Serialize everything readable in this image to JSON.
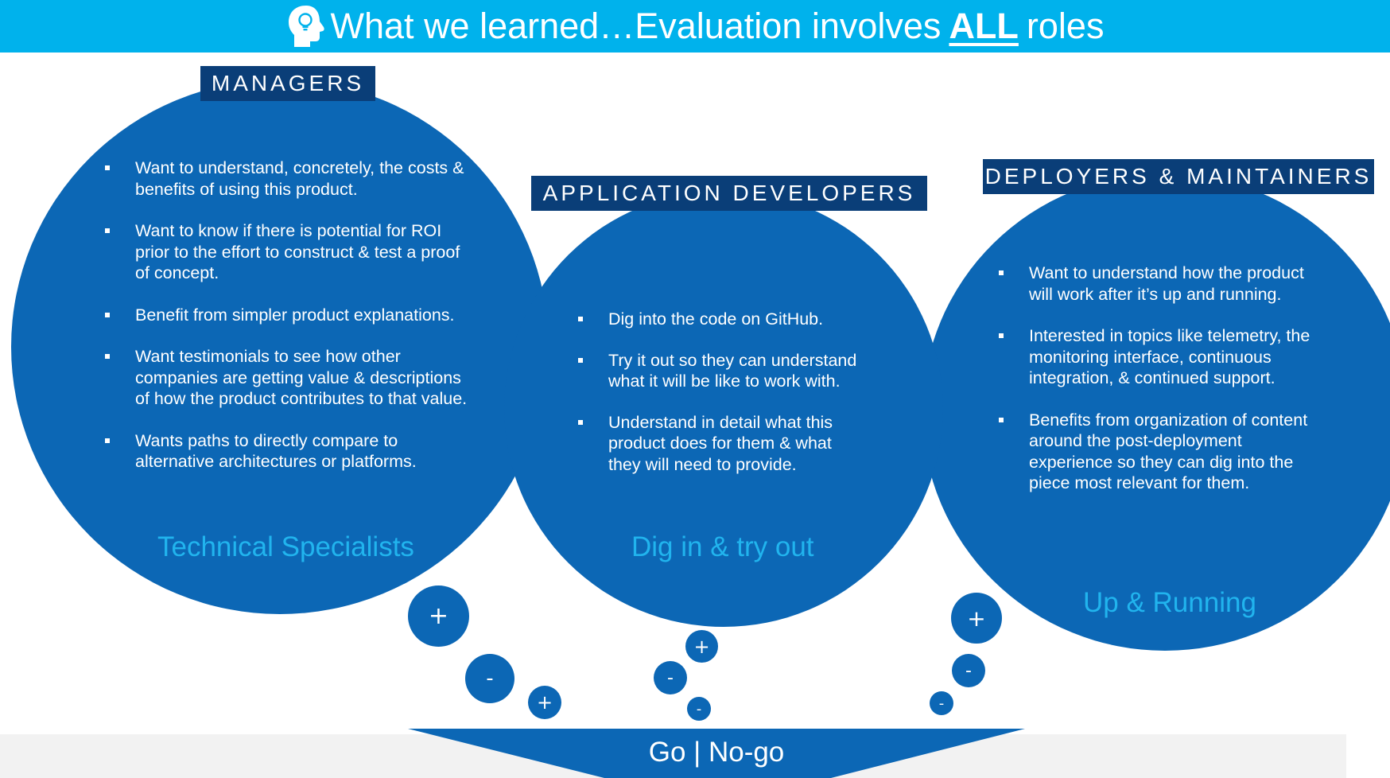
{
  "header": {
    "title_prefix": "What we learned…Evaluation involves",
    "title_emphasis": "ALL",
    "title_suffix": "roles",
    "icon": "head-lightbulb-icon"
  },
  "roles": {
    "managers": {
      "label": "MANAGERS",
      "bullets": [
        "Want to understand, concretely, the costs & benefits of using this product.",
        "Want to know if there is potential for ROI prior to the effort to construct & test a proof of concept.",
        "Benefit from simpler product explanations.",
        "Want testimonials to see how other companies are getting value & descriptions of how the product contributes to that value.",
        "Wants paths to directly compare to alternative architectures or platforms."
      ],
      "caption": "Technical Specialists"
    },
    "developers": {
      "label": "APPLICATION DEVELOPERS",
      "bullets": [
        "Dig into the code on GitHub.",
        "Try it out so they can understand what it will be like to work with.",
        "Understand in detail what this product does for them & what they will need to provide."
      ],
      "caption": "Dig in & try out"
    },
    "deployers": {
      "label": "DEPLOYERS & MAINTAINERS",
      "bullets": [
        "Want to understand how the product will work after it’s up and running.",
        "Interested in topics like telemetry, the monitoring interface, continuous integration, & continued support.",
        "Benefits from organization of content around the post-deployment experience so they can dig into the piece most relevant for them."
      ],
      "caption": "Up & Running"
    }
  },
  "bubbles": {
    "plus": "+",
    "minus": "-"
  },
  "funnel": {
    "label": "Go | No-go"
  },
  "colors": {
    "header_bg": "#00b2ec",
    "circle_blue": "#0c67b5",
    "tab_navy": "#0a3e78",
    "caption_cyan": "#21b4ee",
    "band_gray": "#f2f2f2"
  }
}
